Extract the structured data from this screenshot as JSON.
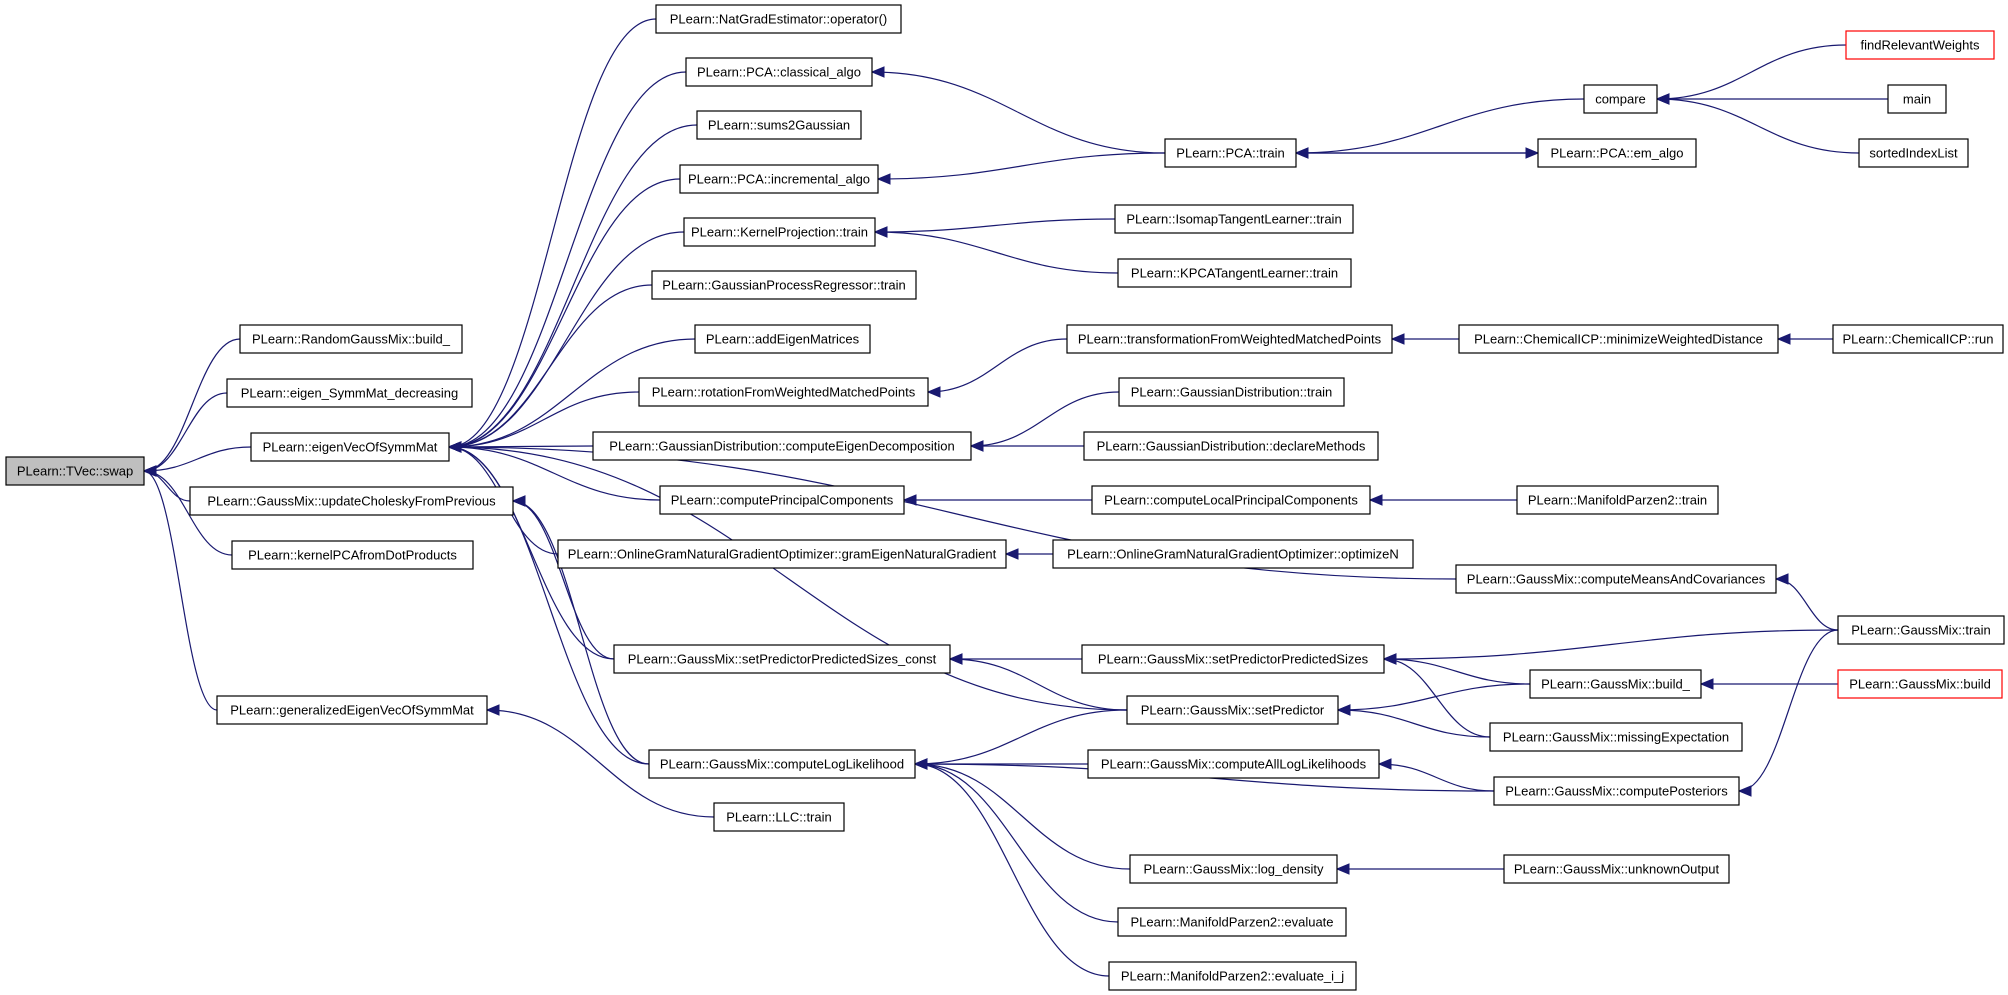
{
  "colors": {
    "edge": "#191970",
    "root_fill": "#bfbfbf",
    "box_border": "#000000",
    "highlight_border": "#ff0000"
  },
  "nodes": {
    "swap": "PLearn::TVec::swap",
    "rgm_build": "PLearn::RandomGaussMix::build_",
    "eigen_dec": "PLearn::eigen_SymmMat_decreasing",
    "eigenvec": "PLearn::eigenVecOfSymmMat",
    "update_chol": "PLearn::GaussMix::updateCholeskyFromPrevious",
    "kernel_pca": "PLearn::kernelPCAfromDotProducts",
    "gen_eigen": "PLearn::generalizedEigenVecOfSymmMat",
    "llc_train": "PLearn::LLC::train",
    "natgrad": "PLearn::NatGradEstimator::operator()",
    "pca_classical": "PLearn::PCA::classical_algo",
    "sums2g": "PLearn::sums2Gaussian",
    "pca_incr": "PLearn::PCA::incremental_algo",
    "kproj_train": "PLearn::KernelProjection::train",
    "gpr_train": "PLearn::GaussianProcessRegressor::train",
    "add_eigen": "PLearn::addEigenMatrices",
    "rot_wmp": "PLearn::rotationFromWeightedMatchedPoints",
    "gd_ced": "PLearn::GaussianDistribution::computeEigenDecomposition",
    "comp_pc": "PLearn::computePrincipalComponents",
    "ogngo_ge": "PLearn::OnlineGramNaturalGradientOptimizer::gramEigenNaturalGradient",
    "gm_sppsc": "PLearn::GaussMix::setPredictorPredictedSizes_const",
    "gm_cll": "PLearn::GaussMix::computeLogLikelihood",
    "pca_train": "PLearn::PCA::train",
    "iso_train": "PLearn::IsomapTangentLearner::train",
    "kpca_train": "PLearn::KPCATangentLearner::train",
    "trans_wmp": "PLearn::transformationFromWeightedMatchedPoints",
    "gd_train": "PLearn::GaussianDistribution::train",
    "gd_declare": "PLearn::GaussianDistribution::declareMethods",
    "comp_lpc": "PLearn::computeLocalPrincipalComponents",
    "ogngo_opt": "PLearn::OnlineGramNaturalGradientOptimizer::optimizeN",
    "gm_sppps": "PLearn::GaussMix::setPredictorPredictedSizes",
    "gm_setpred": "PLearn::GaussMix::setPredictor",
    "gm_call": "PLearn::GaussMix::computeAllLogLikelihoods",
    "gm_logd": "PLearn::GaussMix::log_density",
    "mp2_eval": "PLearn::ManifoldParzen2::evaluate",
    "mp2_evalij": "PLearn::ManifoldParzen2::evaluate_i_j",
    "compare": "compare",
    "pca_em": "PLearn::PCA::em_algo",
    "cicp_mwd": "PLearn::ChemicalICP::minimizeWeightedDistance",
    "mp2_train": "PLearn::ManifoldParzen2::train",
    "gm_cmac": "PLearn::GaussMix::computeMeansAndCovariances",
    "gm_build_": "PLearn::GaussMix::build_",
    "gm_missexp": "PLearn::GaussMix::missingExpectation",
    "gm_comppost": "PLearn::GaussMix::computePosteriors",
    "gm_unk": "PLearn::GaussMix::unknownOutput",
    "find_rel": "findRelevantWeights",
    "main": "main",
    "sorted_idx": "sortedIndexList",
    "cicp_run": "PLearn::ChemicalICP::run",
    "gm_train": "PLearn::GaussMix::train",
    "gm_build": "PLearn::GaussMix::build"
  },
  "edges": [
    [
      "rgm_build",
      "swap"
    ],
    [
      "eigen_dec",
      "swap"
    ],
    [
      "eigenvec",
      "swap"
    ],
    [
      "update_chol",
      "swap"
    ],
    [
      "kernel_pca",
      "swap"
    ],
    [
      "gen_eigen",
      "swap"
    ],
    [
      "natgrad",
      "eigenvec"
    ],
    [
      "pca_classical",
      "eigenvec"
    ],
    [
      "sums2g",
      "eigenvec"
    ],
    [
      "pca_incr",
      "eigenvec"
    ],
    [
      "kproj_train",
      "eigenvec"
    ],
    [
      "gpr_train",
      "eigenvec"
    ],
    [
      "add_eigen",
      "eigenvec"
    ],
    [
      "rot_wmp",
      "eigenvec"
    ],
    [
      "gd_ced",
      "eigenvec"
    ],
    [
      "comp_pc",
      "eigenvec"
    ],
    [
      "ogngo_ge",
      "eigenvec"
    ],
    [
      "gm_cmac",
      "eigenvec"
    ],
    [
      "gm_sppsc",
      "eigenvec"
    ],
    [
      "gm_setpred",
      "eigenvec"
    ],
    [
      "gm_cll",
      "eigenvec"
    ],
    [
      "gm_sppsc",
      "update_chol"
    ],
    [
      "gm_cll",
      "update_chol"
    ],
    [
      "llc_train",
      "gen_eigen"
    ],
    [
      "pca_train",
      "pca_classical"
    ],
    [
      "pca_train",
      "pca_incr"
    ],
    [
      "iso_train",
      "kproj_train"
    ],
    [
      "kpca_train",
      "kproj_train"
    ],
    [
      "trans_wmp",
      "rot_wmp"
    ],
    [
      "gd_train",
      "gd_ced"
    ],
    [
      "gd_declare",
      "gd_ced"
    ],
    [
      "comp_lpc",
      "comp_pc"
    ],
    [
      "ogngo_opt",
      "ogngo_ge"
    ],
    [
      "gm_sppps",
      "gm_sppsc"
    ],
    [
      "gm_setpred",
      "gm_sppsc"
    ],
    [
      "gm_setpred",
      "gm_cll"
    ],
    [
      "gm_call",
      "gm_cll"
    ],
    [
      "gm_comppost",
      "gm_cll"
    ],
    [
      "gm_logd",
      "gm_cll"
    ],
    [
      "mp2_eval",
      "gm_cll"
    ],
    [
      "mp2_evalij",
      "gm_cll"
    ],
    [
      "compare",
      "pca_train"
    ],
    [
      "pca_em",
      "pca_train"
    ],
    [
      "pca_train",
      "pca_em"
    ],
    [
      "cicp_mwd",
      "trans_wmp"
    ],
    [
      "mp2_train",
      "comp_lpc"
    ],
    [
      "gm_train",
      "gm_cmac"
    ],
    [
      "gm_train",
      "gm_sppps"
    ],
    [
      "gm_build_",
      "gm_sppps"
    ],
    [
      "gm_missexp",
      "gm_sppps"
    ],
    [
      "gm_build_",
      "gm_setpred"
    ],
    [
      "gm_missexp",
      "gm_setpred"
    ],
    [
      "gm_comppost",
      "gm_call"
    ],
    [
      "gm_unk",
      "gm_logd"
    ],
    [
      "find_rel",
      "compare"
    ],
    [
      "main",
      "compare"
    ],
    [
      "sorted_idx",
      "compare"
    ],
    [
      "cicp_run",
      "cicp_mwd"
    ],
    [
      "gm_build",
      "gm_build_"
    ],
    [
      "gm_train",
      "gm_comppost"
    ]
  ]
}
